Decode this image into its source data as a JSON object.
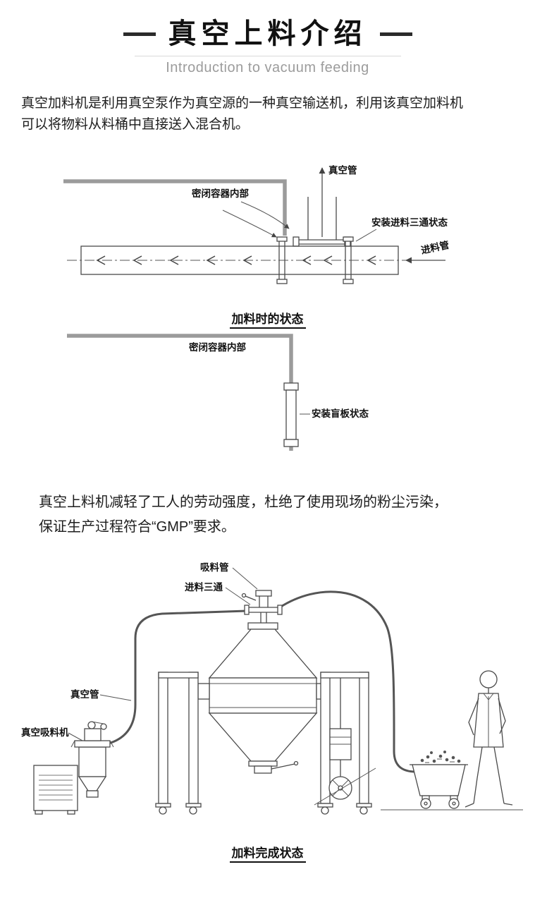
{
  "header": {
    "title": "真空上料介绍",
    "subtitle": "Introduction to vacuum feeding"
  },
  "paragraphs": {
    "intro_lines": [
      "真空加料机是利用真空泵作为真空源的一种真空输送机，利用该真空加料机",
      "可以将物料从料桶中直接送入混合机。"
    ],
    "benefit_lines": [
      "真空上料机减轻了工人的劳动强度，杜绝了使用现场的粉尘污染，",
      "保证生产过程符合“GMP”要求。"
    ]
  },
  "diagram_feeding": {
    "labels": {
      "vacuum_pipe": "真空管",
      "sealed_container_interior": "密闭容器内部",
      "feed_tee_installed": "安装进料三通状态",
      "feed_pipe": "进料管"
    },
    "caption": "加料时的状态"
  },
  "diagram_blind_plate": {
    "labels": {
      "sealed_container_interior": "密闭容器内部",
      "blind_plate_installed": "安装盲板状态"
    }
  },
  "diagram_complete": {
    "labels": {
      "suction_pipe": "吸料管",
      "feed_tee": "进料三通",
      "vacuum_pipe": "真空管",
      "vacuum_feeder": "真空吸料机"
    },
    "caption": "加料完成状态"
  },
  "colors": {
    "accent_line": "#2b2b2b",
    "wall_gray": "#9b9b9b",
    "subtitle_gray": "#9c9c9c"
  }
}
